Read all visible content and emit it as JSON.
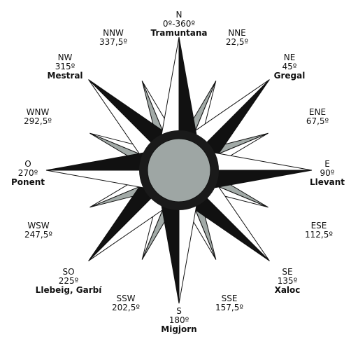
{
  "colors": {
    "dark": "#111111",
    "light": "#ffffff",
    "minor": "#a2aaa7",
    "hub": "#9ea6a4",
    "hub_ring": "#1a1a1a"
  },
  "points": [
    {
      "id": "n",
      "abbr": "N",
      "deg": "0º-360º",
      "name": "Tramuntana"
    },
    {
      "id": "nne",
      "abbr": "NNE",
      "deg": "22,5º",
      "name": ""
    },
    {
      "id": "ne",
      "abbr": "NE",
      "deg": "45º",
      "name": "Gregal"
    },
    {
      "id": "ene",
      "abbr": "ENE",
      "deg": "67,5º",
      "name": ""
    },
    {
      "id": "e",
      "abbr": "E",
      "deg": "90º",
      "name": "Llevant"
    },
    {
      "id": "ese",
      "abbr": "ESE",
      "deg": "112,5º",
      "name": ""
    },
    {
      "id": "se",
      "abbr": "SE",
      "deg": "135º",
      "name": "Xaloc"
    },
    {
      "id": "sse",
      "abbr": "SSE",
      "deg": "157,5º",
      "name": ""
    },
    {
      "id": "s",
      "abbr": "S",
      "deg": "180º",
      "name": "Migjorn"
    },
    {
      "id": "ssw",
      "abbr": "SSW",
      "deg": "202,5º",
      "name": ""
    },
    {
      "id": "so",
      "abbr": "SO",
      "deg": "225º",
      "name": "Llebeig, Garbí"
    },
    {
      "id": "wsw",
      "abbr": "WSW",
      "deg": "247,5º",
      "name": ""
    },
    {
      "id": "o",
      "abbr": "O",
      "deg": "270º",
      "name": "Ponent"
    },
    {
      "id": "wnw",
      "abbr": "WNW",
      "deg": "292,5º",
      "name": ""
    },
    {
      "id": "nw",
      "abbr": "NW",
      "deg": "315º",
      "name": "Mestral"
    },
    {
      "id": "nnw",
      "abbr": "NNW",
      "deg": "337,5º",
      "name": ""
    }
  ]
}
